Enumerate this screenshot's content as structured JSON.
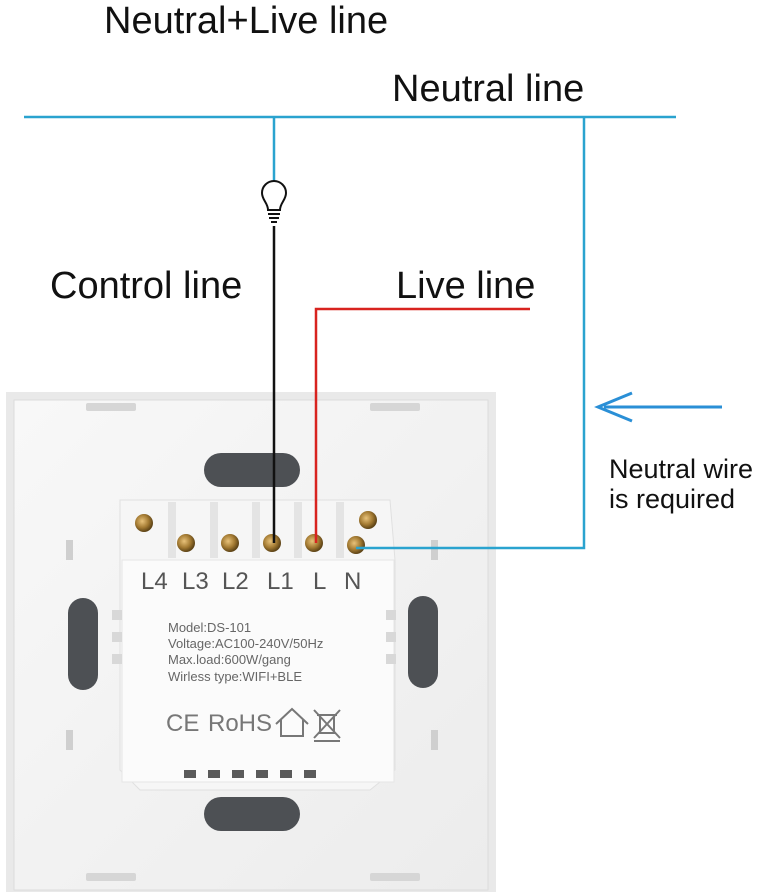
{
  "labels": {
    "top_title": "Neutral+Live line",
    "neutral_line": "Neutral line",
    "control_line": "Control line",
    "live_line": "Live line",
    "note_line1": "Neutral wire",
    "note_line2": "is required"
  },
  "terminals": [
    "L4",
    "L3",
    "L2",
    "L1",
    "L",
    "N"
  ],
  "specs": {
    "model": "Model:DS-101",
    "voltage": "Voltage:AC100-240V/50Hz",
    "max_load": "Max.load:600W/gang",
    "wireless": "Wirless type:WIFI+BLE"
  },
  "certifications": {
    "ce": "CE",
    "rohs": "RoHS"
  },
  "colors": {
    "neutral_wire": "#2aa3cf",
    "live_wire": "#d8231f",
    "control_wire": "#111111",
    "arrow": "#2a8fd6"
  },
  "icons": [
    "bulb-icon",
    "house-icon",
    "weee-bin-icon",
    "arrow-left-icon"
  ]
}
